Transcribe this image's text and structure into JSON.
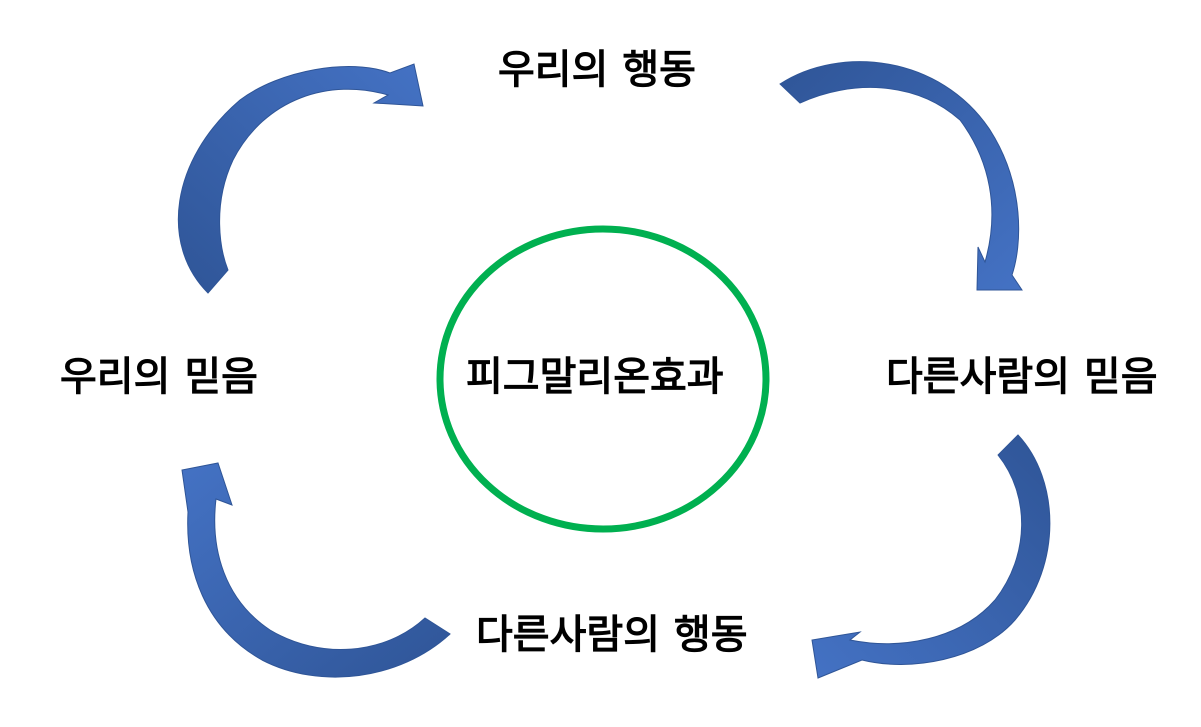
{
  "diagram": {
    "center": {
      "label": "피그말리온효과"
    },
    "nodes": {
      "top": "우리의 행동",
      "right": "다른사람의 믿음",
      "bottom": "다른사람의 행동",
      "left": "우리의 믿음"
    }
  },
  "colors": {
    "circle": "#00B050",
    "arrow_light": "#4472C4",
    "arrow_dark": "#2F5597",
    "text": "#000000"
  },
  "icons": [
    "curved-arrow-icon",
    "circle-icon"
  ]
}
